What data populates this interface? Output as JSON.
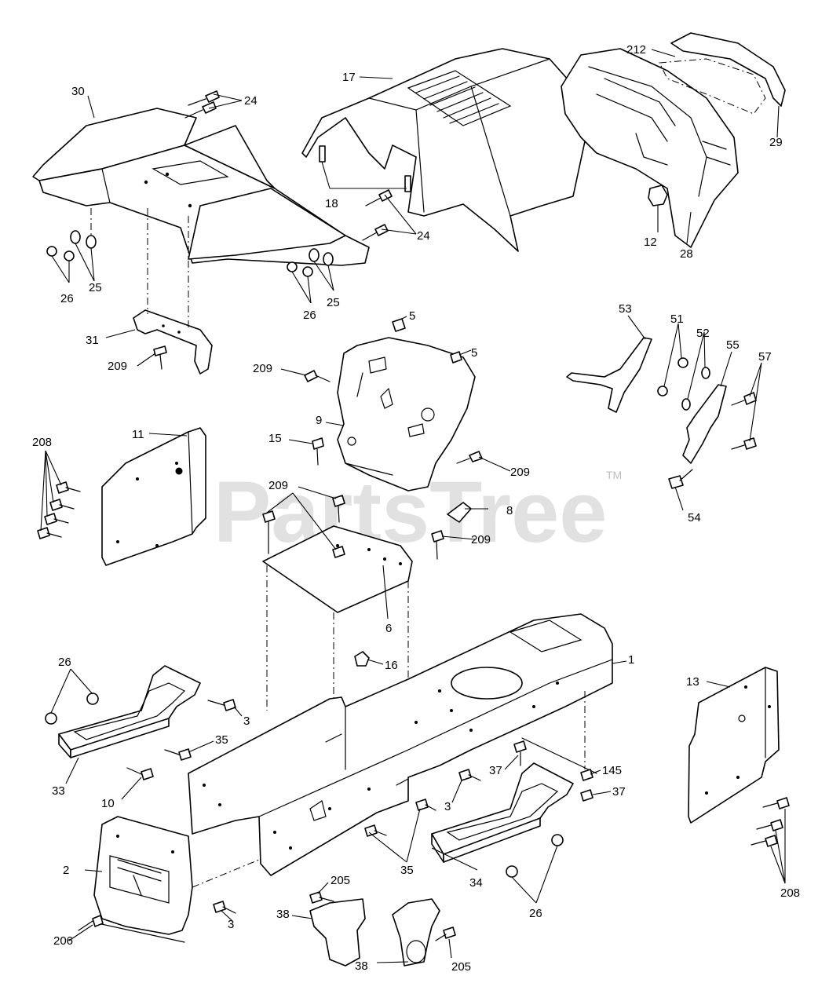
{
  "watermark": {
    "brand": "PartsTree",
    "mark": "TM"
  },
  "callouts": {
    "c30": "30",
    "c24a": "24",
    "c17": "17",
    "c212": "212",
    "c29": "29",
    "c18": "18",
    "c24b": "24",
    "c12": "12",
    "c28": "28",
    "c26a": "26",
    "c25a": "25",
    "c26b": "26",
    "c25b": "25",
    "c31": "31",
    "c209a": "209",
    "c5a": "5",
    "c5b": "5",
    "c209b": "209",
    "c53": "53",
    "c51": "51",
    "c52": "52",
    "c55": "55",
    "c57": "57",
    "c9": "9",
    "c15": "15",
    "c208a": "208",
    "c11": "11",
    "c209c": "209",
    "c209d": "209",
    "c8": "8",
    "c209e": "209",
    "c54": "54",
    "c6": "6",
    "c16": "16",
    "c1": "1",
    "c26c": "26",
    "c3a": "3",
    "c35a": "35",
    "c33": "33",
    "c10": "10",
    "c13": "13",
    "c37a": "37",
    "c145": "145",
    "c37b": "37",
    "c3b": "3",
    "c2": "2",
    "c35b": "35",
    "c34": "34",
    "c205a": "205",
    "c38a": "38",
    "c26d": "26",
    "c208b": "208",
    "c3c": "3",
    "c206": "206",
    "c38b": "38",
    "c205b": "205"
  }
}
